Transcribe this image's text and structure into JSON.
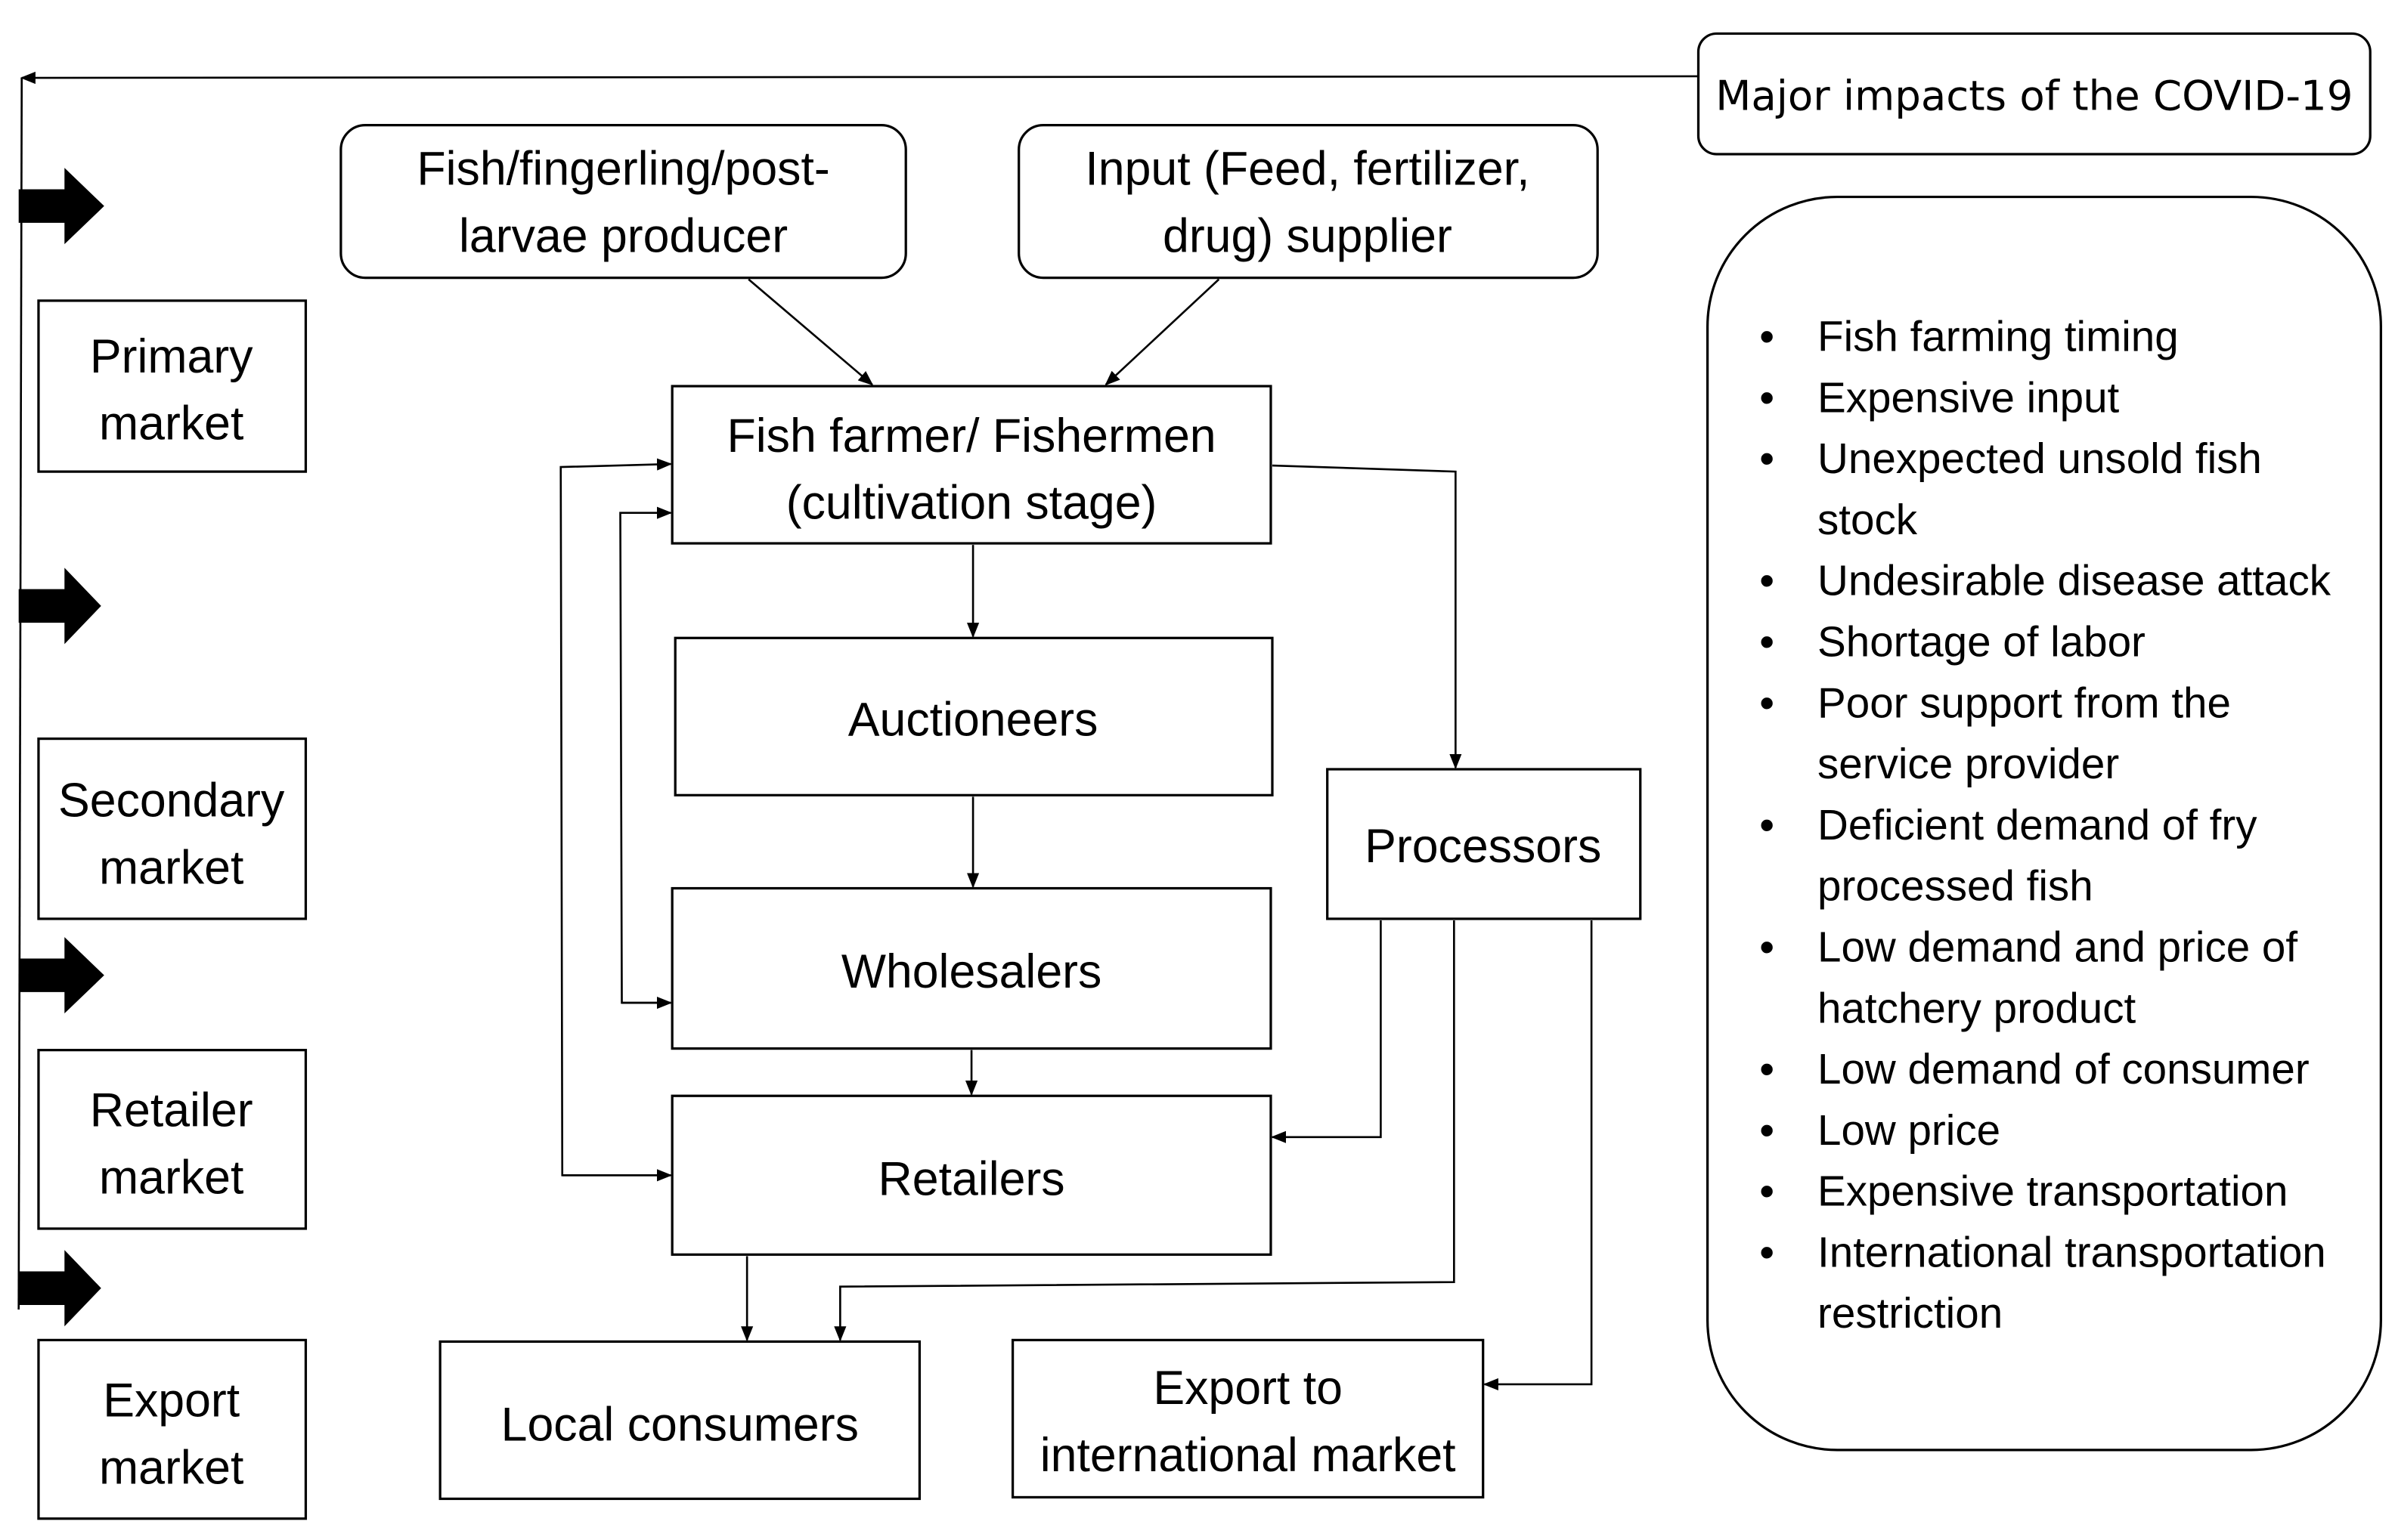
{
  "diagram": {
    "covid_header": "Major impacts of the COVID-19",
    "markets": [
      {
        "line1": "Primary",
        "line2": "market"
      },
      {
        "line1": "Secondary",
        "line2": "market"
      },
      {
        "line1": "Retailer",
        "line2": "market"
      },
      {
        "line1": "Export",
        "line2": "market"
      }
    ],
    "nodes": {
      "seed_producer": {
        "line1": "Fish/fingerling/post-",
        "line2": "larvae producer"
      },
      "input_supplier": {
        "line1": "Input (Feed, fertilizer,",
        "line2": "drug) supplier"
      },
      "farmer": {
        "line1": "Fish farmer/ Fishermen",
        "line2": "(cultivation stage)"
      },
      "auctioneers": "Auctioneers",
      "wholesalers": "Wholesalers",
      "retailers": "Retailers",
      "processors": "Processors",
      "local_consumers": "Local consumers",
      "export": {
        "line1": "Export to",
        "line2": "international market"
      }
    },
    "impacts": [
      [
        "Fish farming timing"
      ],
      [
        "Expensive input"
      ],
      [
        "Unexpected unsold fish",
        "stock"
      ],
      [
        "Undesirable disease attack"
      ],
      [
        "Shortage of labor"
      ],
      [
        "Poor support from the",
        "service provider"
      ],
      [
        "Deficient demand of fry",
        "processed fish"
      ],
      [
        "Low demand and price of",
        "hatchery product"
      ],
      [
        "Low demand of consumer"
      ],
      [
        "Low price"
      ],
      [
        "Expensive transportation"
      ],
      [
        "International transportation",
        "restriction"
      ]
    ],
    "bullet_char": "•"
  }
}
